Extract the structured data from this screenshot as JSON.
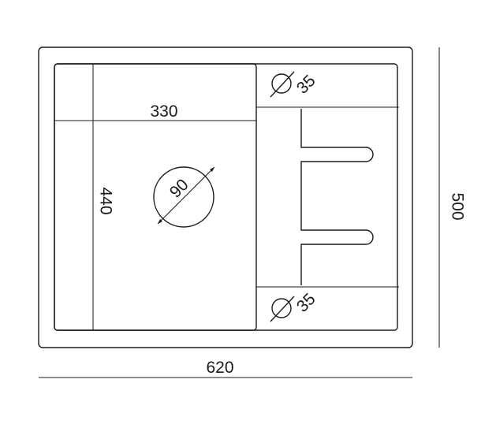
{
  "dimensions": {
    "overall_width": "620",
    "overall_depth": "500",
    "bowl_width": "330",
    "bowl_depth": "440",
    "drain_diameter": "90",
    "tap_hole_top": "35",
    "tap_hole_bottom": "35"
  },
  "symbols": {
    "diameter_mark": "diameter-icon"
  }
}
